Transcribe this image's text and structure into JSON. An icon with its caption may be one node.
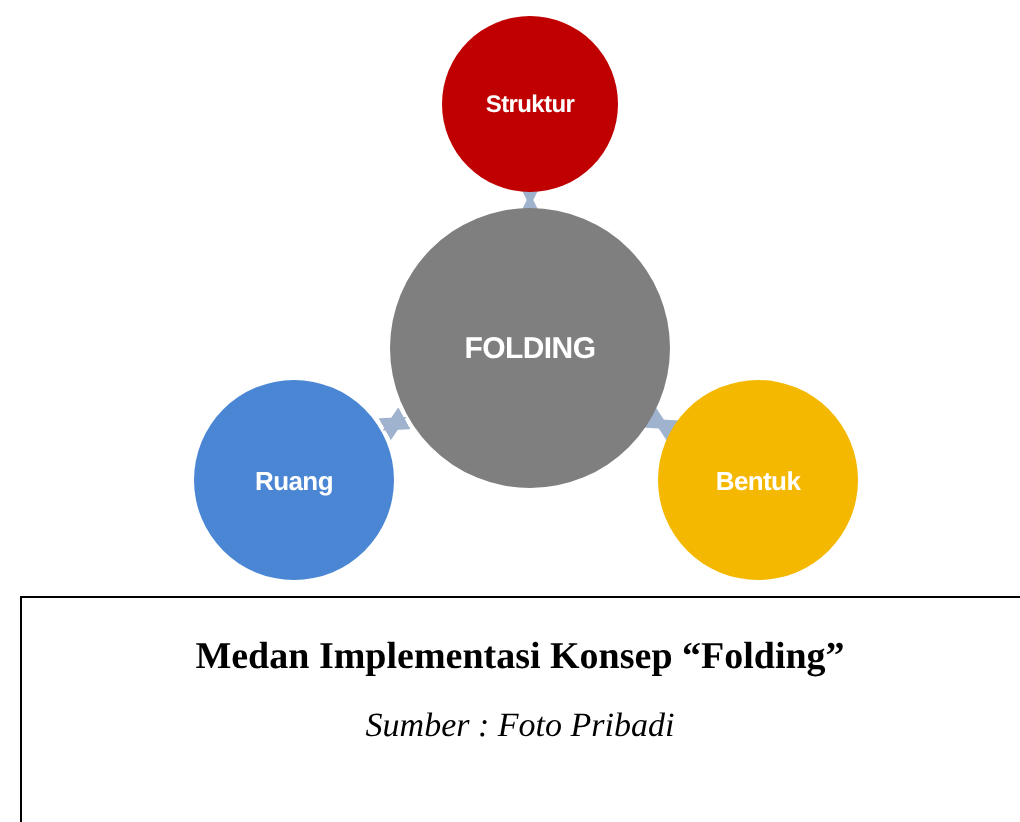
{
  "diagram": {
    "title": "Medan Implementasi Konsep “Folding”",
    "caption": "Sumber : Foto Pribadi",
    "nodes": [
      {
        "text": [
          "Struktur"
        ]
      },
      {
        "text": [
          "FOLDING"
        ]
      },
      {
        "text": [
          "Ruang"
        ]
      },
      {
        "text": [
          "Bentuk"
        ]
      }
    ],
    "edges": [
      {
        "from": 1,
        "to": 0,
        "arrow": "both"
      },
      {
        "from": 1,
        "to": 2,
        "arrow": "both"
      },
      {
        "from": 1,
        "to": 3,
        "arrow": "both"
      }
    ]
  }
}
